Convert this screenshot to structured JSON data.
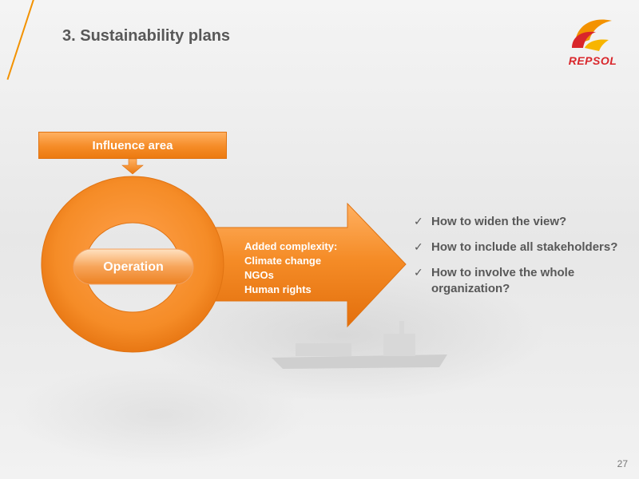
{
  "slide": {
    "title": "3. Sustainability plans",
    "page_number": "27"
  },
  "logo": {
    "name": "repsol-logo",
    "text": "REPSOL",
    "colors": {
      "orange": "#f39200",
      "red": "#d9262b"
    }
  },
  "diagram": {
    "influence_label": "Influence area",
    "core_label": "Operation",
    "arrow_lines": [
      "Added complexity:",
      "Climate change",
      "NGOs",
      "Human rights"
    ],
    "colors": {
      "primary": "#f58c27",
      "dark": "#e36f0c",
      "light": "#ffc58a"
    }
  },
  "questions": [
    {
      "text": "How to widen the view?",
      "icon": "check-icon"
    },
    {
      "text": "How to include all stakeholders?",
      "icon": "check-icon"
    },
    {
      "text": "How to involve the whole organization?",
      "icon": "check-icon"
    }
  ],
  "colors": {
    "text": "#585858",
    "accent": "#f39200"
  }
}
